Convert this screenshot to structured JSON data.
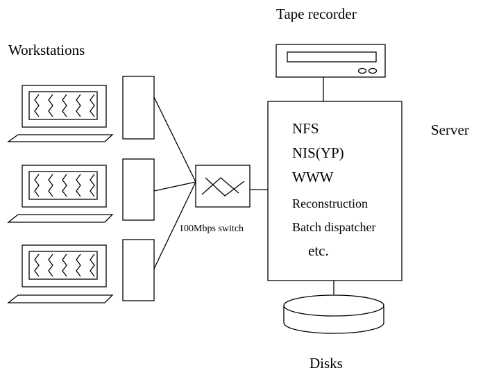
{
  "labels": {
    "workstations": "Workstations",
    "tape_recorder": "Tape recorder",
    "server": "Server",
    "switch": "100Mbps switch",
    "disks": "Disks"
  },
  "server_services": [
    "NFS",
    "NIS(YP)",
    "WWW",
    "Reconstruction",
    "Batch dispatcher",
    "etc."
  ],
  "workstation_count": 3
}
